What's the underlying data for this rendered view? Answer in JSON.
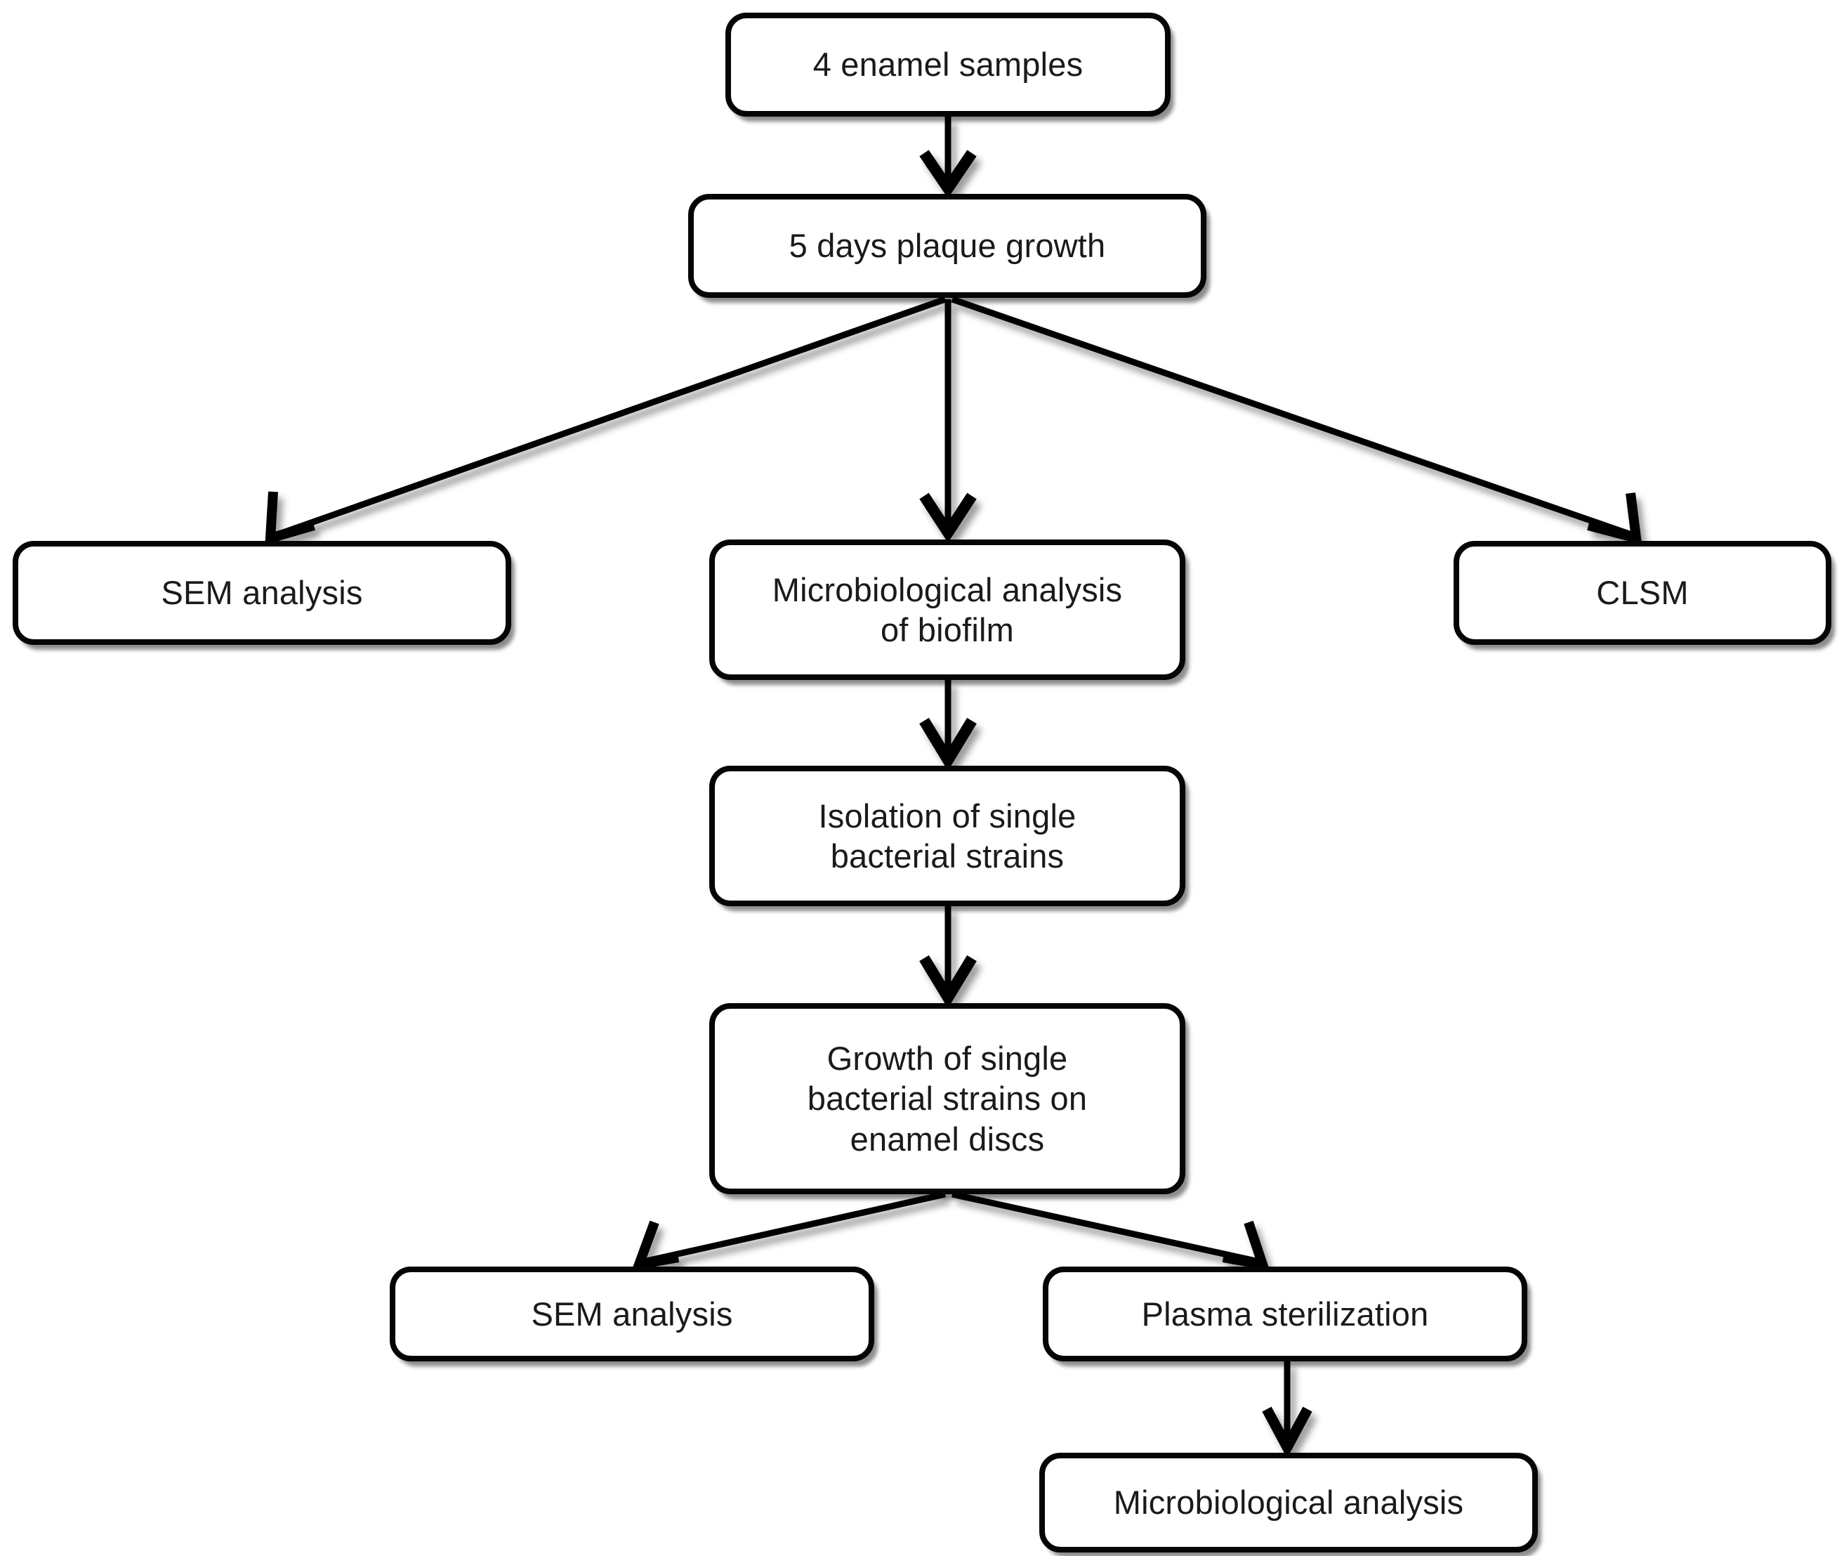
{
  "diagram": {
    "title": "Experimental workflow flowchart",
    "type": "flowchart",
    "style": {
      "background": "#ffffff",
      "node_fill": "#ffffff",
      "node_border": "#050505",
      "text_color": "#1a1a1a",
      "edge_color": "#050505"
    },
    "nodes": [
      {
        "id": "enamel-samples",
        "label": "4 enamel samples"
      },
      {
        "id": "plaque-growth",
        "label": "5 days plaque growth"
      },
      {
        "id": "sem-analysis-top",
        "label": "SEM analysis"
      },
      {
        "id": "micro-biofilm",
        "label": "Microbiological analysis\nof biofilm"
      },
      {
        "id": "clsm",
        "label": "CLSM"
      },
      {
        "id": "isolation",
        "label": "Isolation of single\nbacterial strains"
      },
      {
        "id": "growth-discs",
        "label": "Growth of single\nbacterial strains on\nenamel discs"
      },
      {
        "id": "sem-analysis-bottom",
        "label": "SEM  analysis"
      },
      {
        "id": "plasma",
        "label": "Plasma sterilization"
      },
      {
        "id": "micro-analysis",
        "label": "Microbiological analysis"
      }
    ],
    "edges": [
      {
        "from": "enamel-samples",
        "to": "plaque-growth",
        "kind": "arrow-down"
      },
      {
        "from": "plaque-growth",
        "to": "sem-analysis-top",
        "kind": "arrow-diagonal-left"
      },
      {
        "from": "plaque-growth",
        "to": "micro-biofilm",
        "kind": "arrow-down"
      },
      {
        "from": "plaque-growth",
        "to": "clsm",
        "kind": "arrow-diagonal-right"
      },
      {
        "from": "micro-biofilm",
        "to": "isolation",
        "kind": "arrow-down"
      },
      {
        "from": "isolation",
        "to": "growth-discs",
        "kind": "arrow-down"
      },
      {
        "from": "growth-discs",
        "to": "sem-analysis-bottom",
        "kind": "arrow-diagonal-left"
      },
      {
        "from": "growth-discs",
        "to": "plasma",
        "kind": "arrow-diagonal-right"
      },
      {
        "from": "plasma",
        "to": "micro-analysis",
        "kind": "arrow-down"
      }
    ]
  }
}
